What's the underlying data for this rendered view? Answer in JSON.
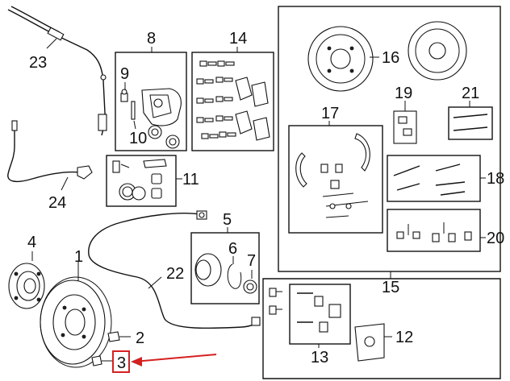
{
  "diagram": {
    "callouts": [
      {
        "id": "c1",
        "label": "1"
      },
      {
        "id": "c2",
        "label": "2"
      },
      {
        "id": "c3",
        "label": "3"
      },
      {
        "id": "c4",
        "label": "4"
      },
      {
        "id": "c5",
        "label": "5"
      },
      {
        "id": "c6",
        "label": "6"
      },
      {
        "id": "c7",
        "label": "7"
      },
      {
        "id": "c8",
        "label": "8"
      },
      {
        "id": "c9",
        "label": "9"
      },
      {
        "id": "c10",
        "label": "10"
      },
      {
        "id": "c11",
        "label": "11"
      },
      {
        "id": "c12",
        "label": "12"
      },
      {
        "id": "c13",
        "label": "13"
      },
      {
        "id": "c14",
        "label": "14"
      },
      {
        "id": "c15",
        "label": "15"
      },
      {
        "id": "c16",
        "label": "16"
      },
      {
        "id": "c17",
        "label": "17"
      },
      {
        "id": "c18",
        "label": "18"
      },
      {
        "id": "c19",
        "label": "19"
      },
      {
        "id": "c20",
        "label": "20"
      },
      {
        "id": "c21",
        "label": "21"
      },
      {
        "id": "c22",
        "label": "22"
      },
      {
        "id": "c23",
        "label": "23"
      },
      {
        "id": "c24",
        "label": "24"
      }
    ],
    "highlight": {
      "label": "3",
      "box_color": "#d62020",
      "arrow_color": "#d62020"
    },
    "line_color": "#111111",
    "background": "#ffffff"
  }
}
